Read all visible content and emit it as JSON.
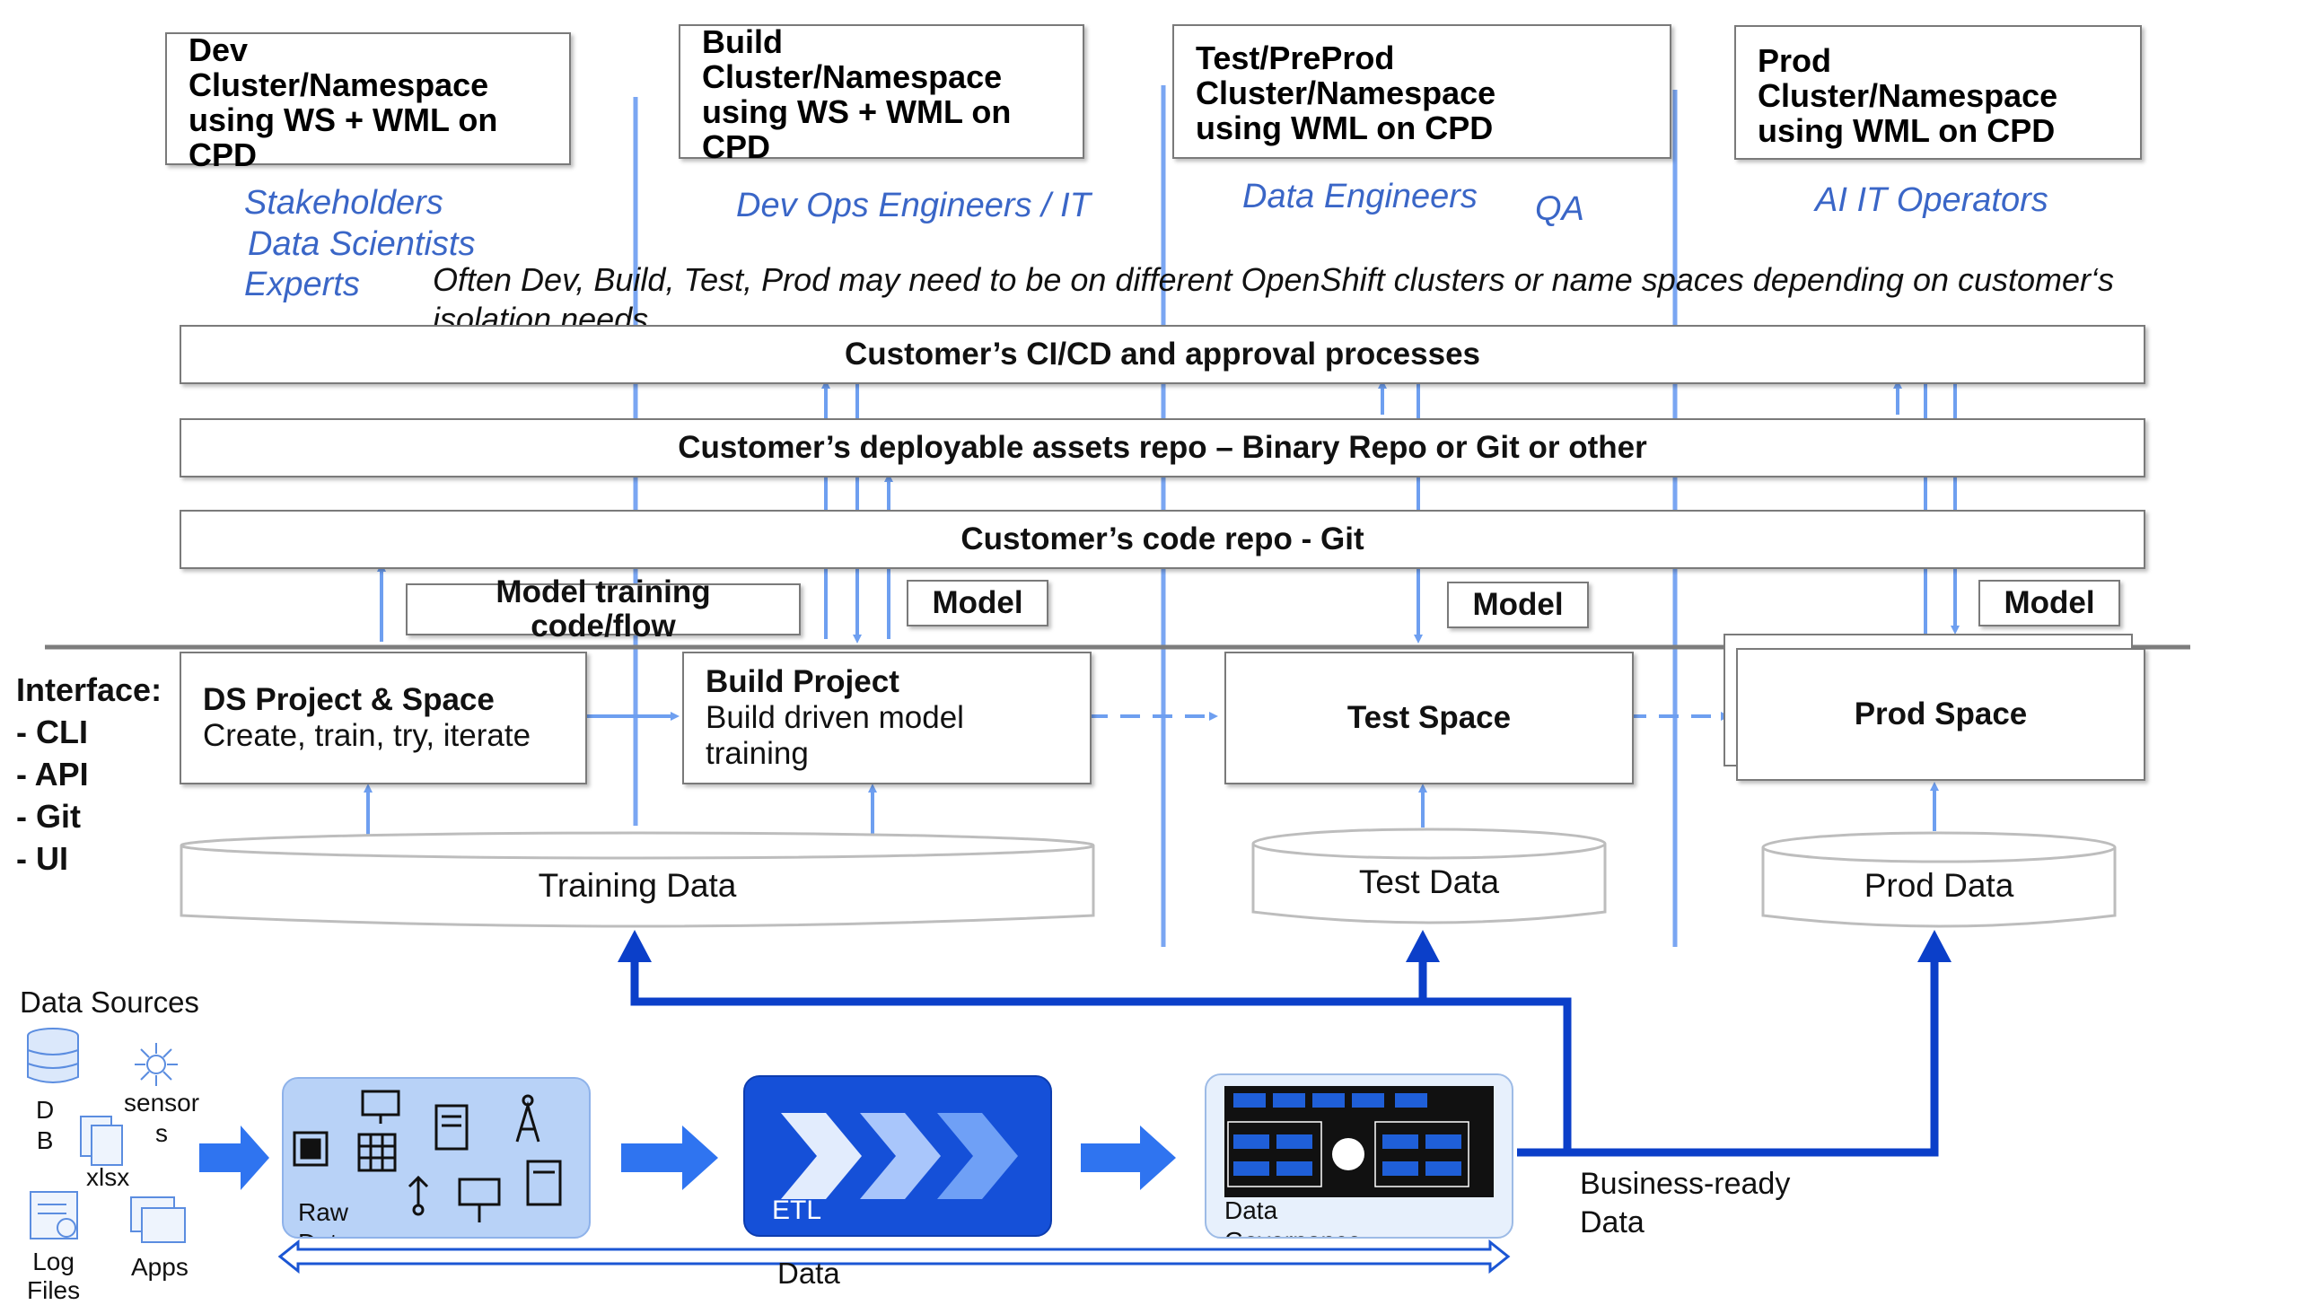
{
  "environments": [
    {
      "title": "Dev\nCluster/Namespace\nusing WS + WML on\nCPD"
    },
    {
      "title": "Build\nCluster/Namespace\nusing WS + WML on\nCPD"
    },
    {
      "title": "Test/PreProd\nCluster/Namespace\nusing WML on CPD"
    },
    {
      "title": "Prod\nCluster/Namespace\nusing WML on CPD"
    }
  ],
  "roles": {
    "stakeholders": "Stakeholders",
    "data_scientists": "Data Scientists",
    "experts": "Experts",
    "devops": "Dev Ops Engineers / IT",
    "data_engineers": "Data Engineers",
    "qa": "QA",
    "ai_it_operators": "AI IT Operators"
  },
  "note": "Often Dev, Build, Test, Prod may need to be on different OpenShift clusters or name spaces depending on customer‘s isolation needs",
  "bars": {
    "cicd": "Customer’s CI/CD and approval processes",
    "assets_repo": "Customer’s deployable assets repo – Binary Repo or Git or other",
    "code_repo": "Customer’s code repo - Git"
  },
  "tags": {
    "training_code": "Model training code/flow",
    "model": "Model"
  },
  "interface": "Interface:\n- CLI\n- API\n- Git\n- UI",
  "projects": {
    "ds": {
      "title": "DS Project & Space",
      "subtitle": "Create, train, try, iterate"
    },
    "build": {
      "title": "Build Project",
      "subtitle": "Build driven model training"
    },
    "test": {
      "title": "Test Space"
    },
    "prod": {
      "title": "Prod Space"
    }
  },
  "datastores": {
    "training": "Training Data",
    "test": "Test Data",
    "prod": "Prod Data"
  },
  "sources": {
    "title": "Data Sources",
    "db": "D\nB",
    "sensors": "sensor\ns",
    "xlsx": "xlsx",
    "log_files": "Log\nFiles",
    "apps": "Apps"
  },
  "pipeline": {
    "raw_data": "Raw\nData",
    "etl": "ETL",
    "governance": "Data\nGovernance",
    "data": "Data",
    "business_ready": "Business-ready\nData"
  },
  "colors": {
    "light_blue": "#6e9ff0",
    "dark_blue": "#0b3fc9",
    "role_text": "#3a66c7",
    "raw_bg": "#b8d2f7",
    "etl_bg": "#1550d8"
  }
}
